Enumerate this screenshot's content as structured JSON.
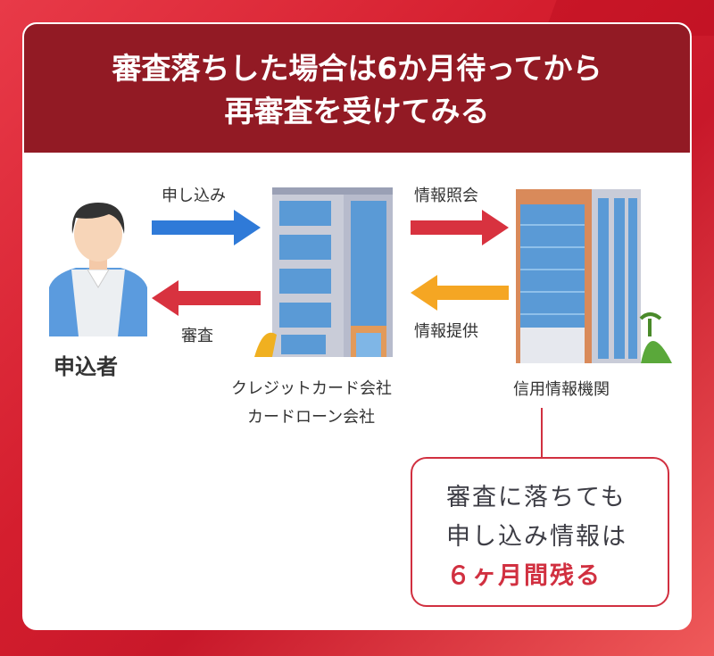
{
  "header": {
    "title_line1": "審査落ちした場合は6か月待ってから",
    "title_line2": "再審査を受けてみる"
  },
  "applicant": {
    "label": "申込者"
  },
  "arrows": {
    "apply": "申し込み",
    "review": "審査",
    "inquiry": "情報照会",
    "provide": "情報提供"
  },
  "company": {
    "line1": "クレジットカード会社",
    "line2": "カードローン会社"
  },
  "bureau": {
    "label": "信用情報機関"
  },
  "callout": {
    "line1": "審査に落ちても",
    "line2": "申し込み情報は",
    "line3": "６ヶ月間残る"
  },
  "colors": {
    "header": "#921a24",
    "accent": "#d13040",
    "blue_arrow": "#2f7ad8",
    "red_arrow": "#d8323f",
    "orange_arrow": "#f5a623"
  }
}
